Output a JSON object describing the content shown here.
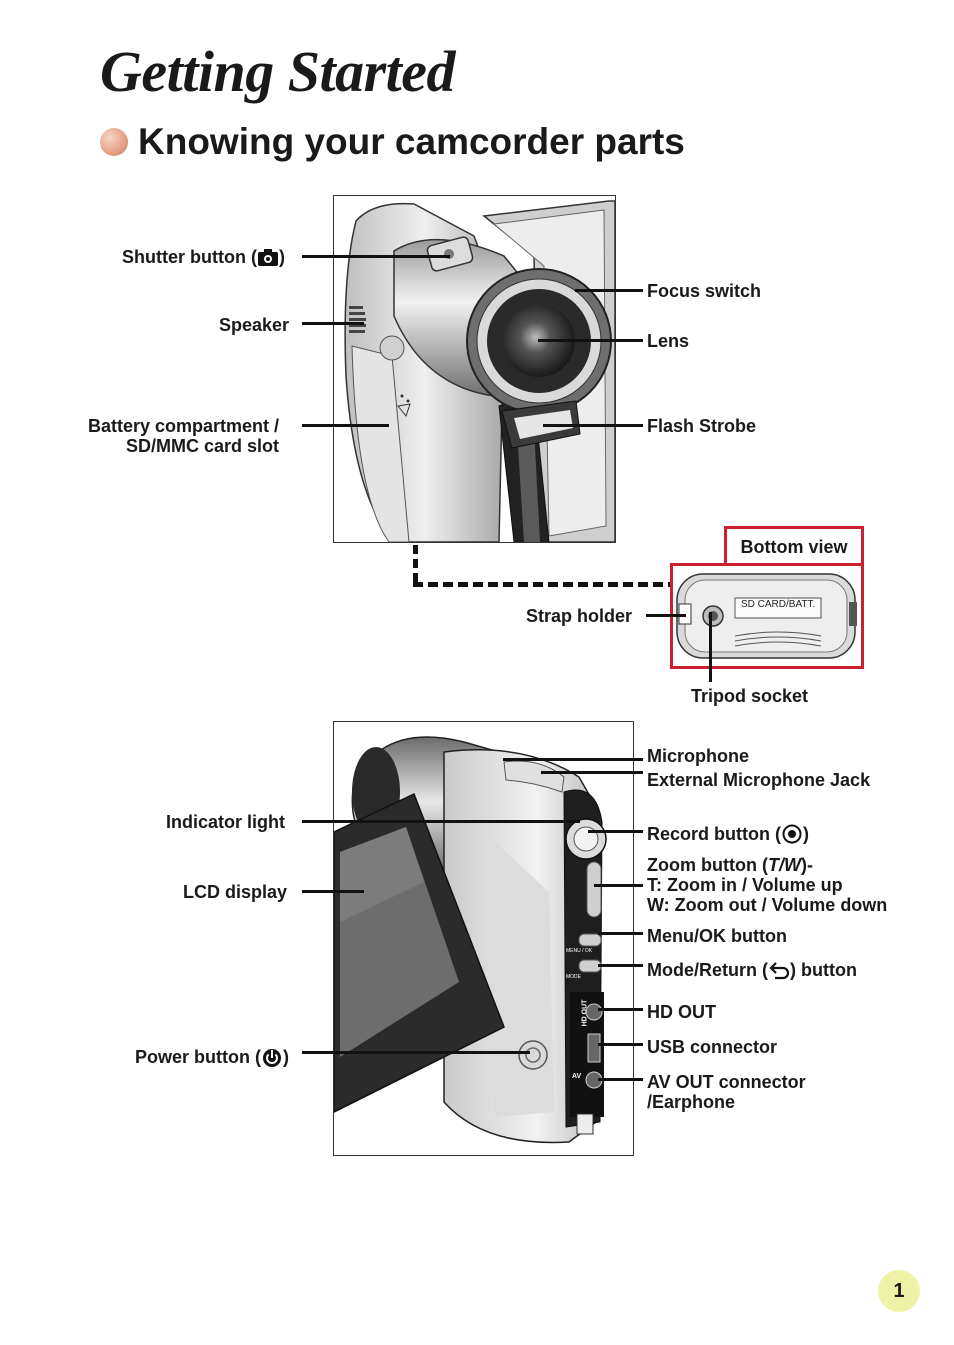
{
  "page": {
    "title": "Getting Started",
    "section_title": "Knowing your camcorder parts",
    "page_number": "1"
  },
  "top_view": {
    "left_labels": {
      "shutter_pre": "Shutter button (",
      "shutter_post": ")",
      "speaker": "Speaker",
      "battery_line1": "Battery compartment /",
      "battery_line2": "SD/MMC card slot"
    },
    "right_labels": {
      "focus_switch": "Focus switch",
      "lens": "Lens",
      "flash_strobe": "Flash Strobe"
    }
  },
  "bottom_view": {
    "box_label": "Bottom view",
    "card_text": "SD CARD/BATT.",
    "strap_holder": "Strap holder",
    "tripod_socket": "Tripod socket"
  },
  "side_view": {
    "left_labels": {
      "indicator_light": "Indicator light",
      "lcd_display": "LCD display",
      "power_pre": "Power button (",
      "power_post": ")"
    },
    "right_labels": {
      "microphone": "Microphone",
      "ext_mic_jack": "External Microphone Jack",
      "record_pre": "Record button (",
      "record_post": ")",
      "zoom_pre": "Zoom button (",
      "zoom_glyph": "T/W",
      "zoom_post": ")-",
      "zoom_t": "T: Zoom in / Volume up",
      "zoom_w": "W: Zoom out / Volume down",
      "menu_ok": "Menu/OK button",
      "mode_pre": "Mode/Return (",
      "mode_post": ") button",
      "hd_out": "HD OUT",
      "usb": "USB connector",
      "av_out_line1": "AV OUT connector",
      "av_out_line2": "/Earphone"
    },
    "device_text": {
      "hd": "HD",
      "out": "OUT",
      "av": "AV",
      "menu_ok": "MENU / OK",
      "mode": "MODE"
    }
  }
}
